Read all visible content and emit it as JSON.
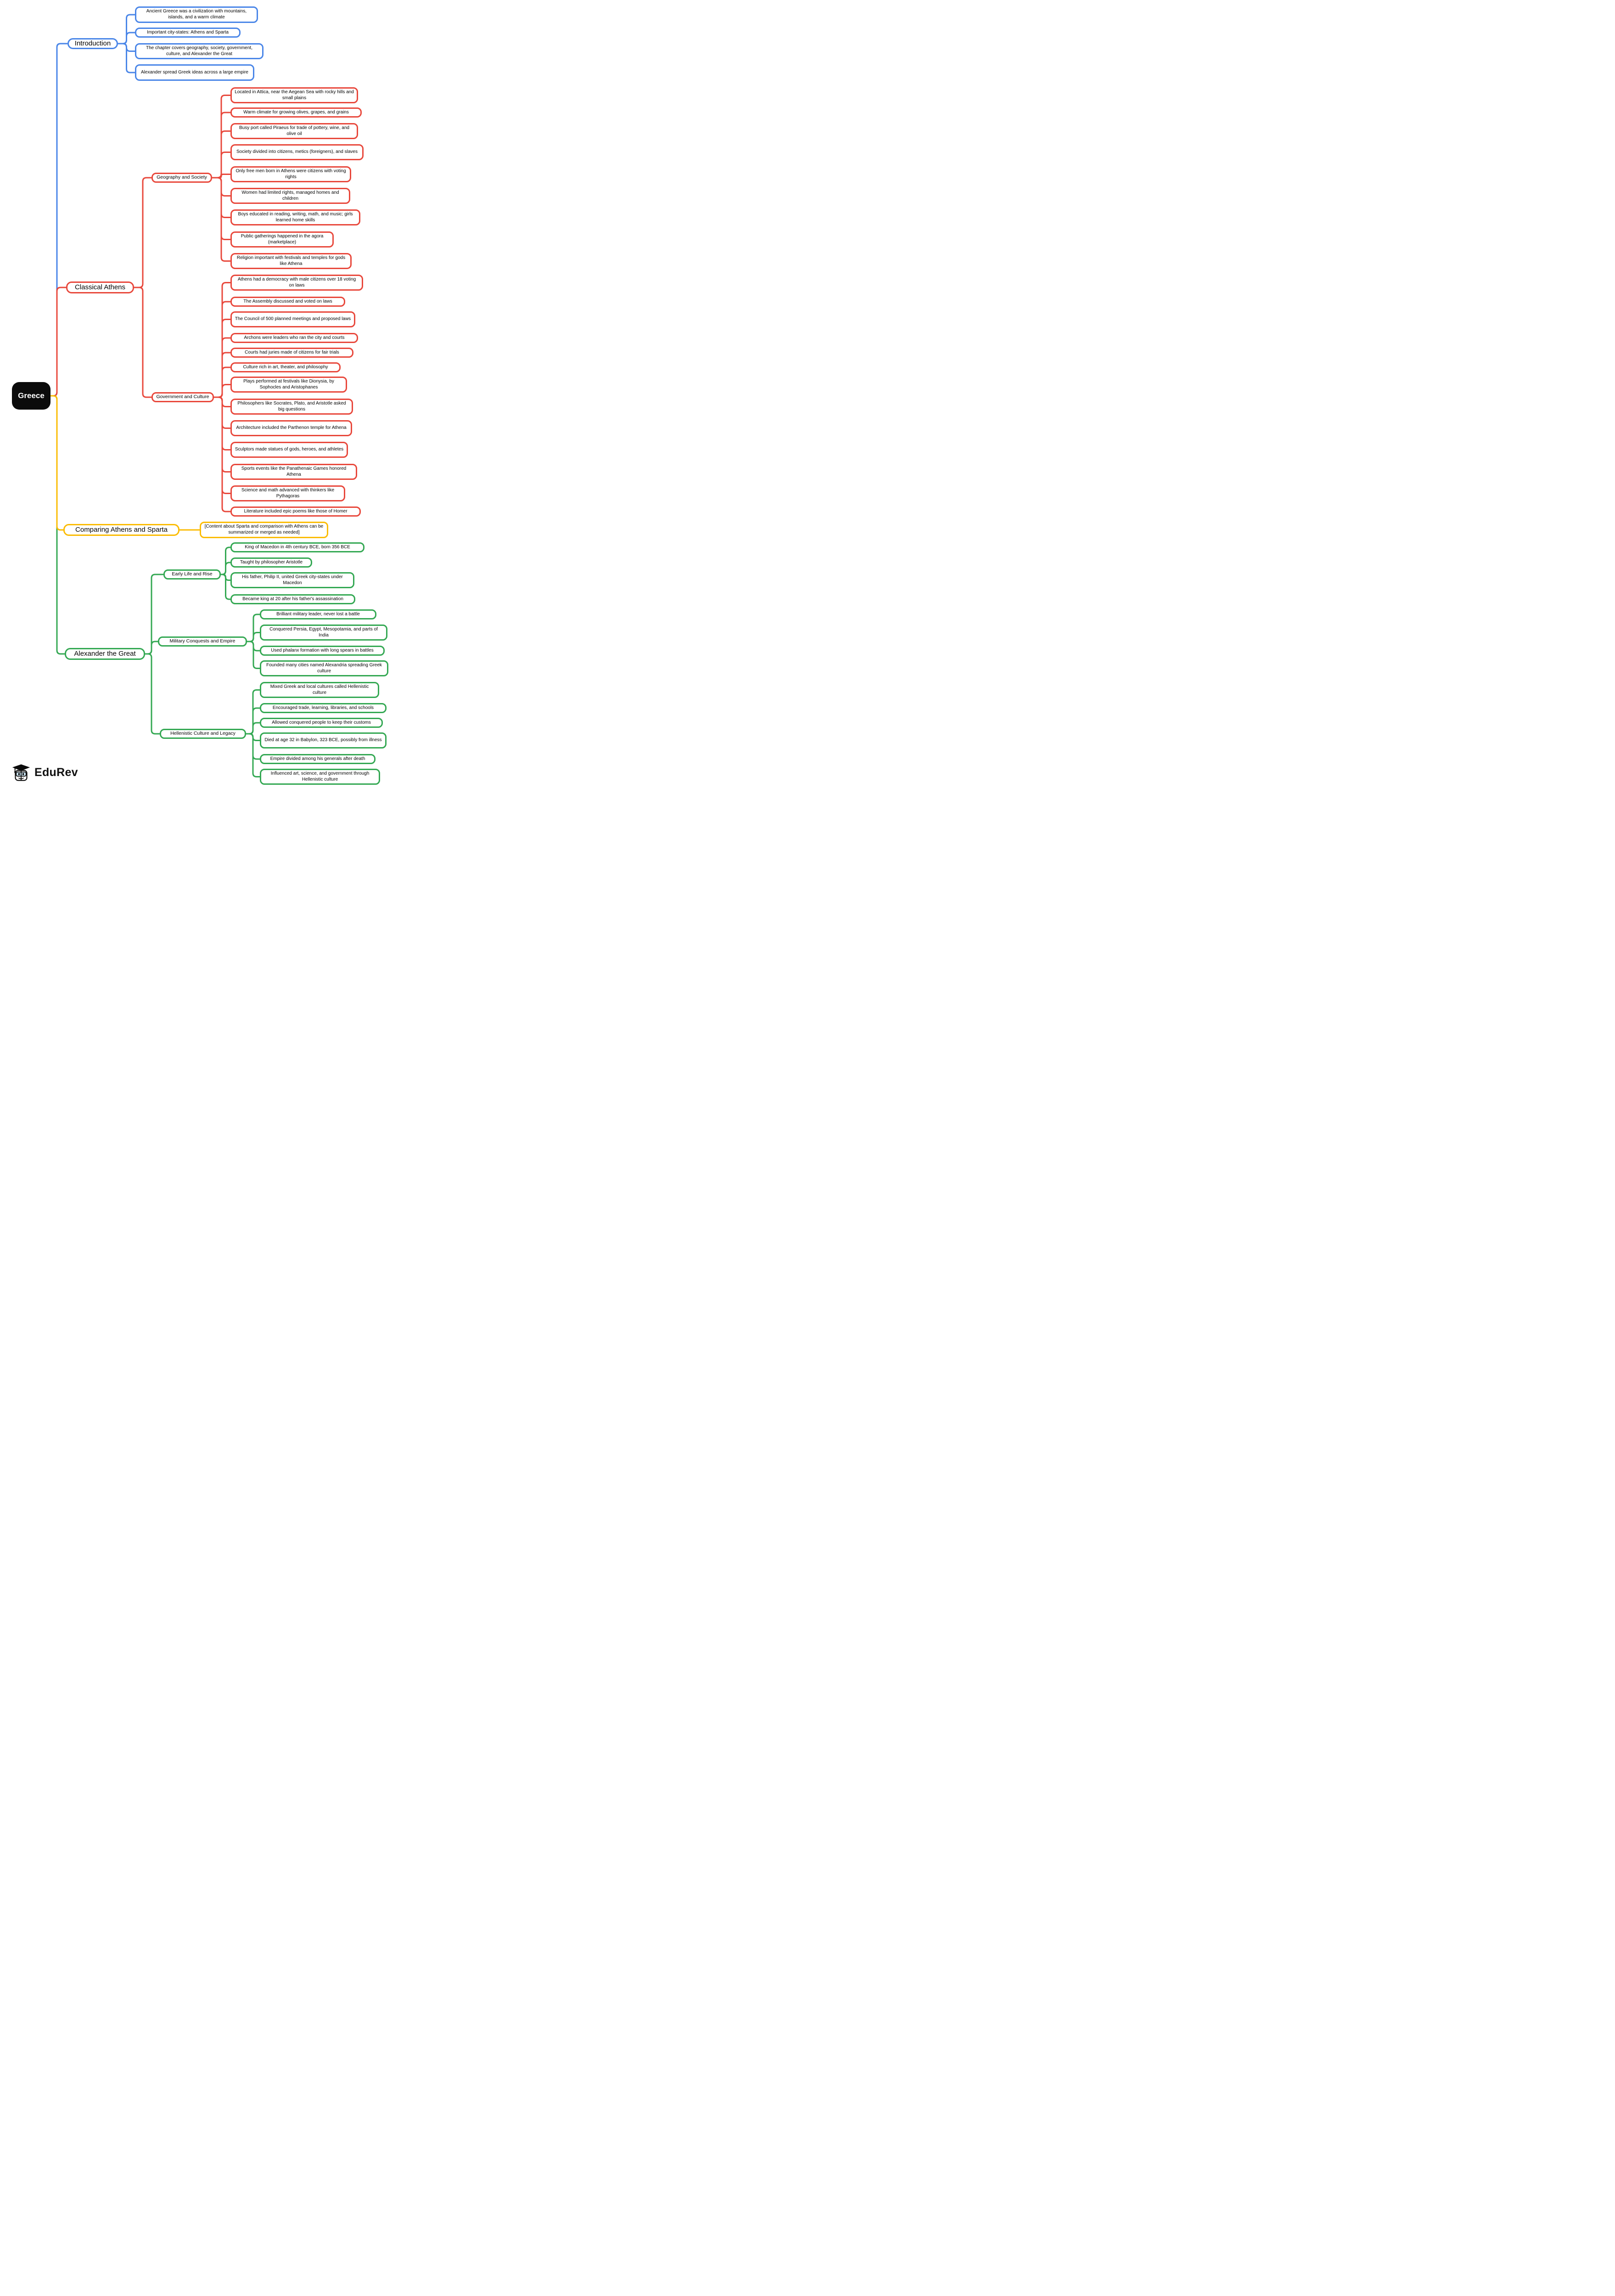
{
  "root": {
    "label": "Greece",
    "color": "#0B0B0B"
  },
  "branches": [
    {
      "label": "Introduction",
      "color": "#4A86E8",
      "leaves": [
        "Ancient Greece was a civilization with mountains, islands, and a warm climate",
        "Important city-states: Athens and Sparta",
        "The chapter covers geography, society, government, culture, and Alexander the Great",
        "Alexander spread Greek ideas across a large empire"
      ]
    },
    {
      "label": "Classical Athens",
      "color": "#E8483C",
      "subtopics": [
        {
          "label": "Geography and Society",
          "leaves": [
            "Located in Attica, near the Aegean Sea with rocky hills and small plains",
            "Warm climate for growing olives, grapes, and grains",
            "Busy port called Piraeus for trade of pottery, wine, and olive oil",
            "Society divided into citizens, metics (foreigners), and slaves",
            "Only free men born in Athens were citizens with voting rights",
            "Women had limited rights, managed homes and children",
            "Boys educated in reading, writing, math, and music; girls learned home skills",
            "Public gatherings happened in the agora (marketplace)",
            "Religion important with festivals and temples for gods like Athena"
          ]
        },
        {
          "label": "Government and Culture",
          "leaves": [
            "Athens had a democracy with male citizens over 18 voting on laws",
            "The Assembly discussed and voted on laws",
            "The Council of 500 planned meetings and proposed laws",
            "Archons were leaders who ran the city and courts",
            "Courts had juries made of citizens for fair trials",
            "Culture rich in art, theater, and philosophy",
            "Plays performed at festivals like Dionysia, by Sophocles and Aristophanes",
            "Philosophers like Socrates, Plato, and Aristotle asked big questions",
            "Architecture included the Parthenon temple for Athena",
            "Sculptors made statues of gods, heroes, and athletes",
            "Sports events like the Panathenaic Games honored Athena",
            "Science and math advanced with thinkers like Pythagoras",
            "Literature included epic poems like those of Homer"
          ]
        }
      ]
    },
    {
      "label": "Comparing Athens and Sparta",
      "color": "#FBBC05",
      "leaves": [
        "[Content about Sparta and comparison with Athens can be summarized or merged as needed]"
      ]
    },
    {
      "label": "Alexander the Great",
      "color": "#34A853",
      "subtopics": [
        {
          "label": "Early Life and Rise",
          "leaves": [
            "King of Macedon in 4th century BCE, born 356 BCE",
            "Taught by philosopher Aristotle",
            "His father, Philip II, united Greek city-states under Macedon",
            "Became king at 20 after his father's assassination"
          ]
        },
        {
          "label": "Military Conquests and Empire",
          "leaves": [
            "Brilliant military leader, never lost a battle",
            "Conquered Persia, Egypt, Mesopotamia, and parts of India",
            "Used phalanx formation with long spears in battles",
            "Founded many cities named Alexandria spreading Greek culture"
          ]
        },
        {
          "label": "Hellenistic Culture and Legacy",
          "leaves": [
            "Mixed Greek and local cultures called Hellenistic culture",
            "Encouraged trade, learning, libraries, and schools",
            "Allowed conquered people to keep their customs",
            "Died at age 32 in Babylon, 323 BCE, possibly from illness",
            "Empire divided among his generals after death",
            "Influenced art, science, and government through Hellenistic culture"
          ]
        }
      ]
    }
  ],
  "watermark": {
    "brand": "EduRev"
  }
}
